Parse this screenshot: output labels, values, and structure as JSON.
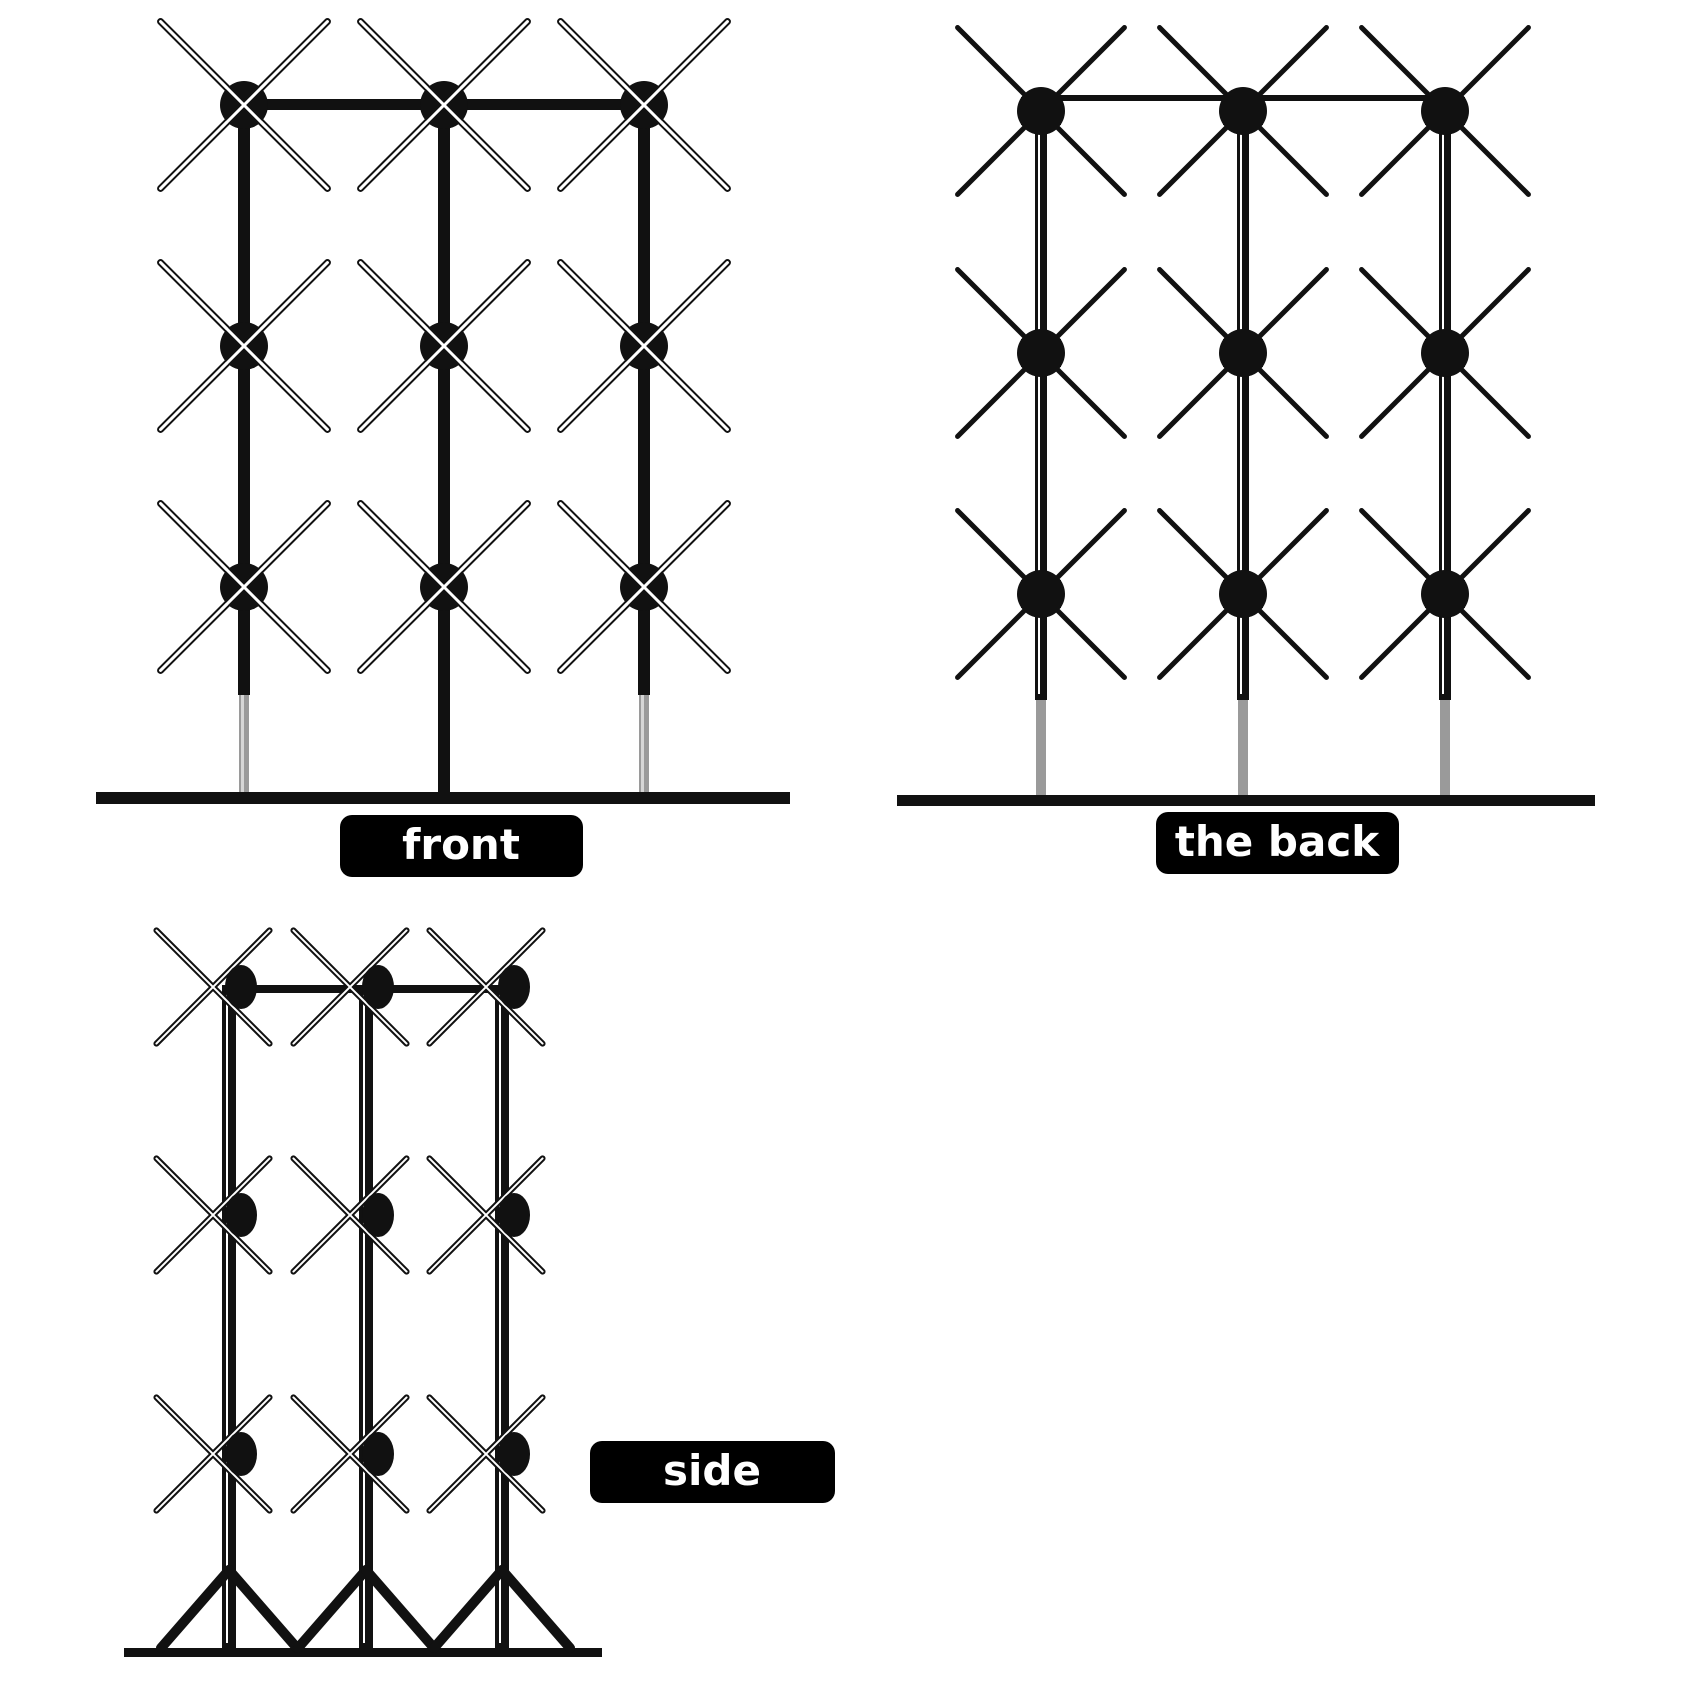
{
  "labels": {
    "front": "front",
    "back": "the back",
    "side": "side"
  },
  "icons": {
    "fan": "hologram-fan-icon",
    "stand": "stand-frame-icon"
  },
  "colors": {
    "frame": "#111111",
    "pill_bg": "#000000",
    "pill_text": "#ffffff",
    "steel": "#9a9a9a",
    "background": "#ffffff"
  }
}
